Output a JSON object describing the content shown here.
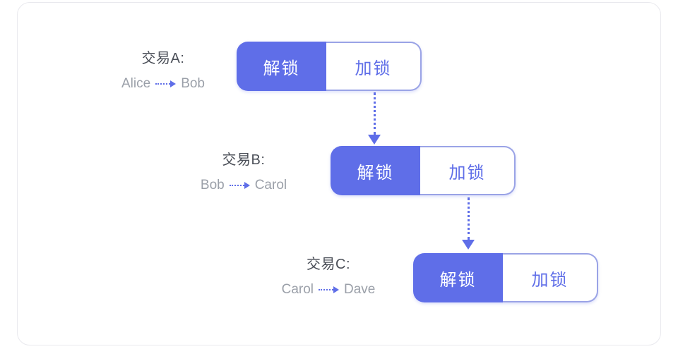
{
  "colors": {
    "accent_blue": "#5f6ee8",
    "pill_border": "#9aa3e6",
    "title_text": "#4b4f58",
    "muted_text": "#9ba0a9",
    "card_border": "#e9e9ee",
    "background": "#ffffff"
  },
  "transactions": [
    {
      "title": "交易A:",
      "from": "Alice",
      "to": "Bob",
      "unlock_label": "解锁",
      "lock_label": "加锁"
    },
    {
      "title": "交易B:",
      "from": "Bob",
      "to": "Carol",
      "unlock_label": "解锁",
      "lock_label": "加锁"
    },
    {
      "title": "交易C:",
      "from": "Carol",
      "to": "Dave",
      "unlock_label": "解锁",
      "lock_label": "加锁"
    }
  ]
}
